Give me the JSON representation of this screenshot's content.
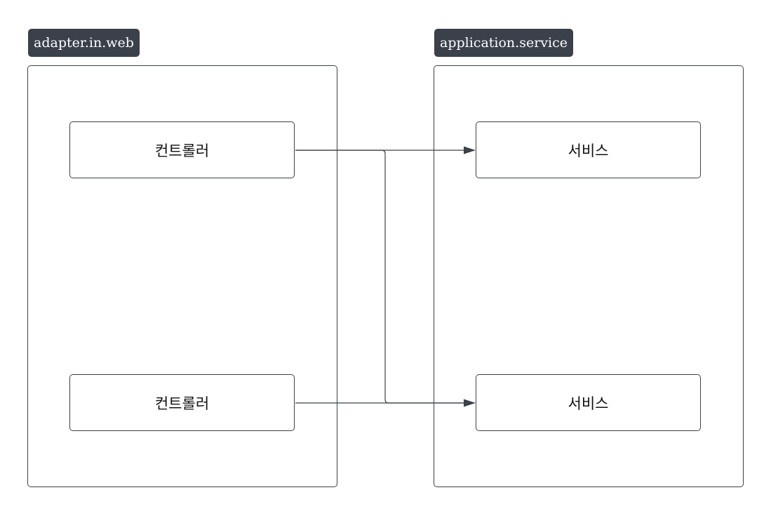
{
  "packages": [
    {
      "label": "adapter.in.web",
      "nodes": [
        {
          "label": "컨트롤러"
        },
        {
          "label": "컨트롤러"
        }
      ]
    },
    {
      "label": "application.service",
      "nodes": [
        {
          "label": "서비스"
        },
        {
          "label": "서비스"
        }
      ]
    }
  ],
  "connections": [
    {
      "from": "packages.0.nodes.0",
      "to": "packages.1.nodes.0"
    },
    {
      "from": "packages.0.nodes.0",
      "to": "packages.1.nodes.1"
    },
    {
      "from": "packages.0.nodes.1",
      "to": "packages.1.nodes.1"
    }
  ],
  "colors": {
    "stroke": "#3b414a",
    "label_bg": "#3b414a",
    "label_text": "#ffffff"
  }
}
